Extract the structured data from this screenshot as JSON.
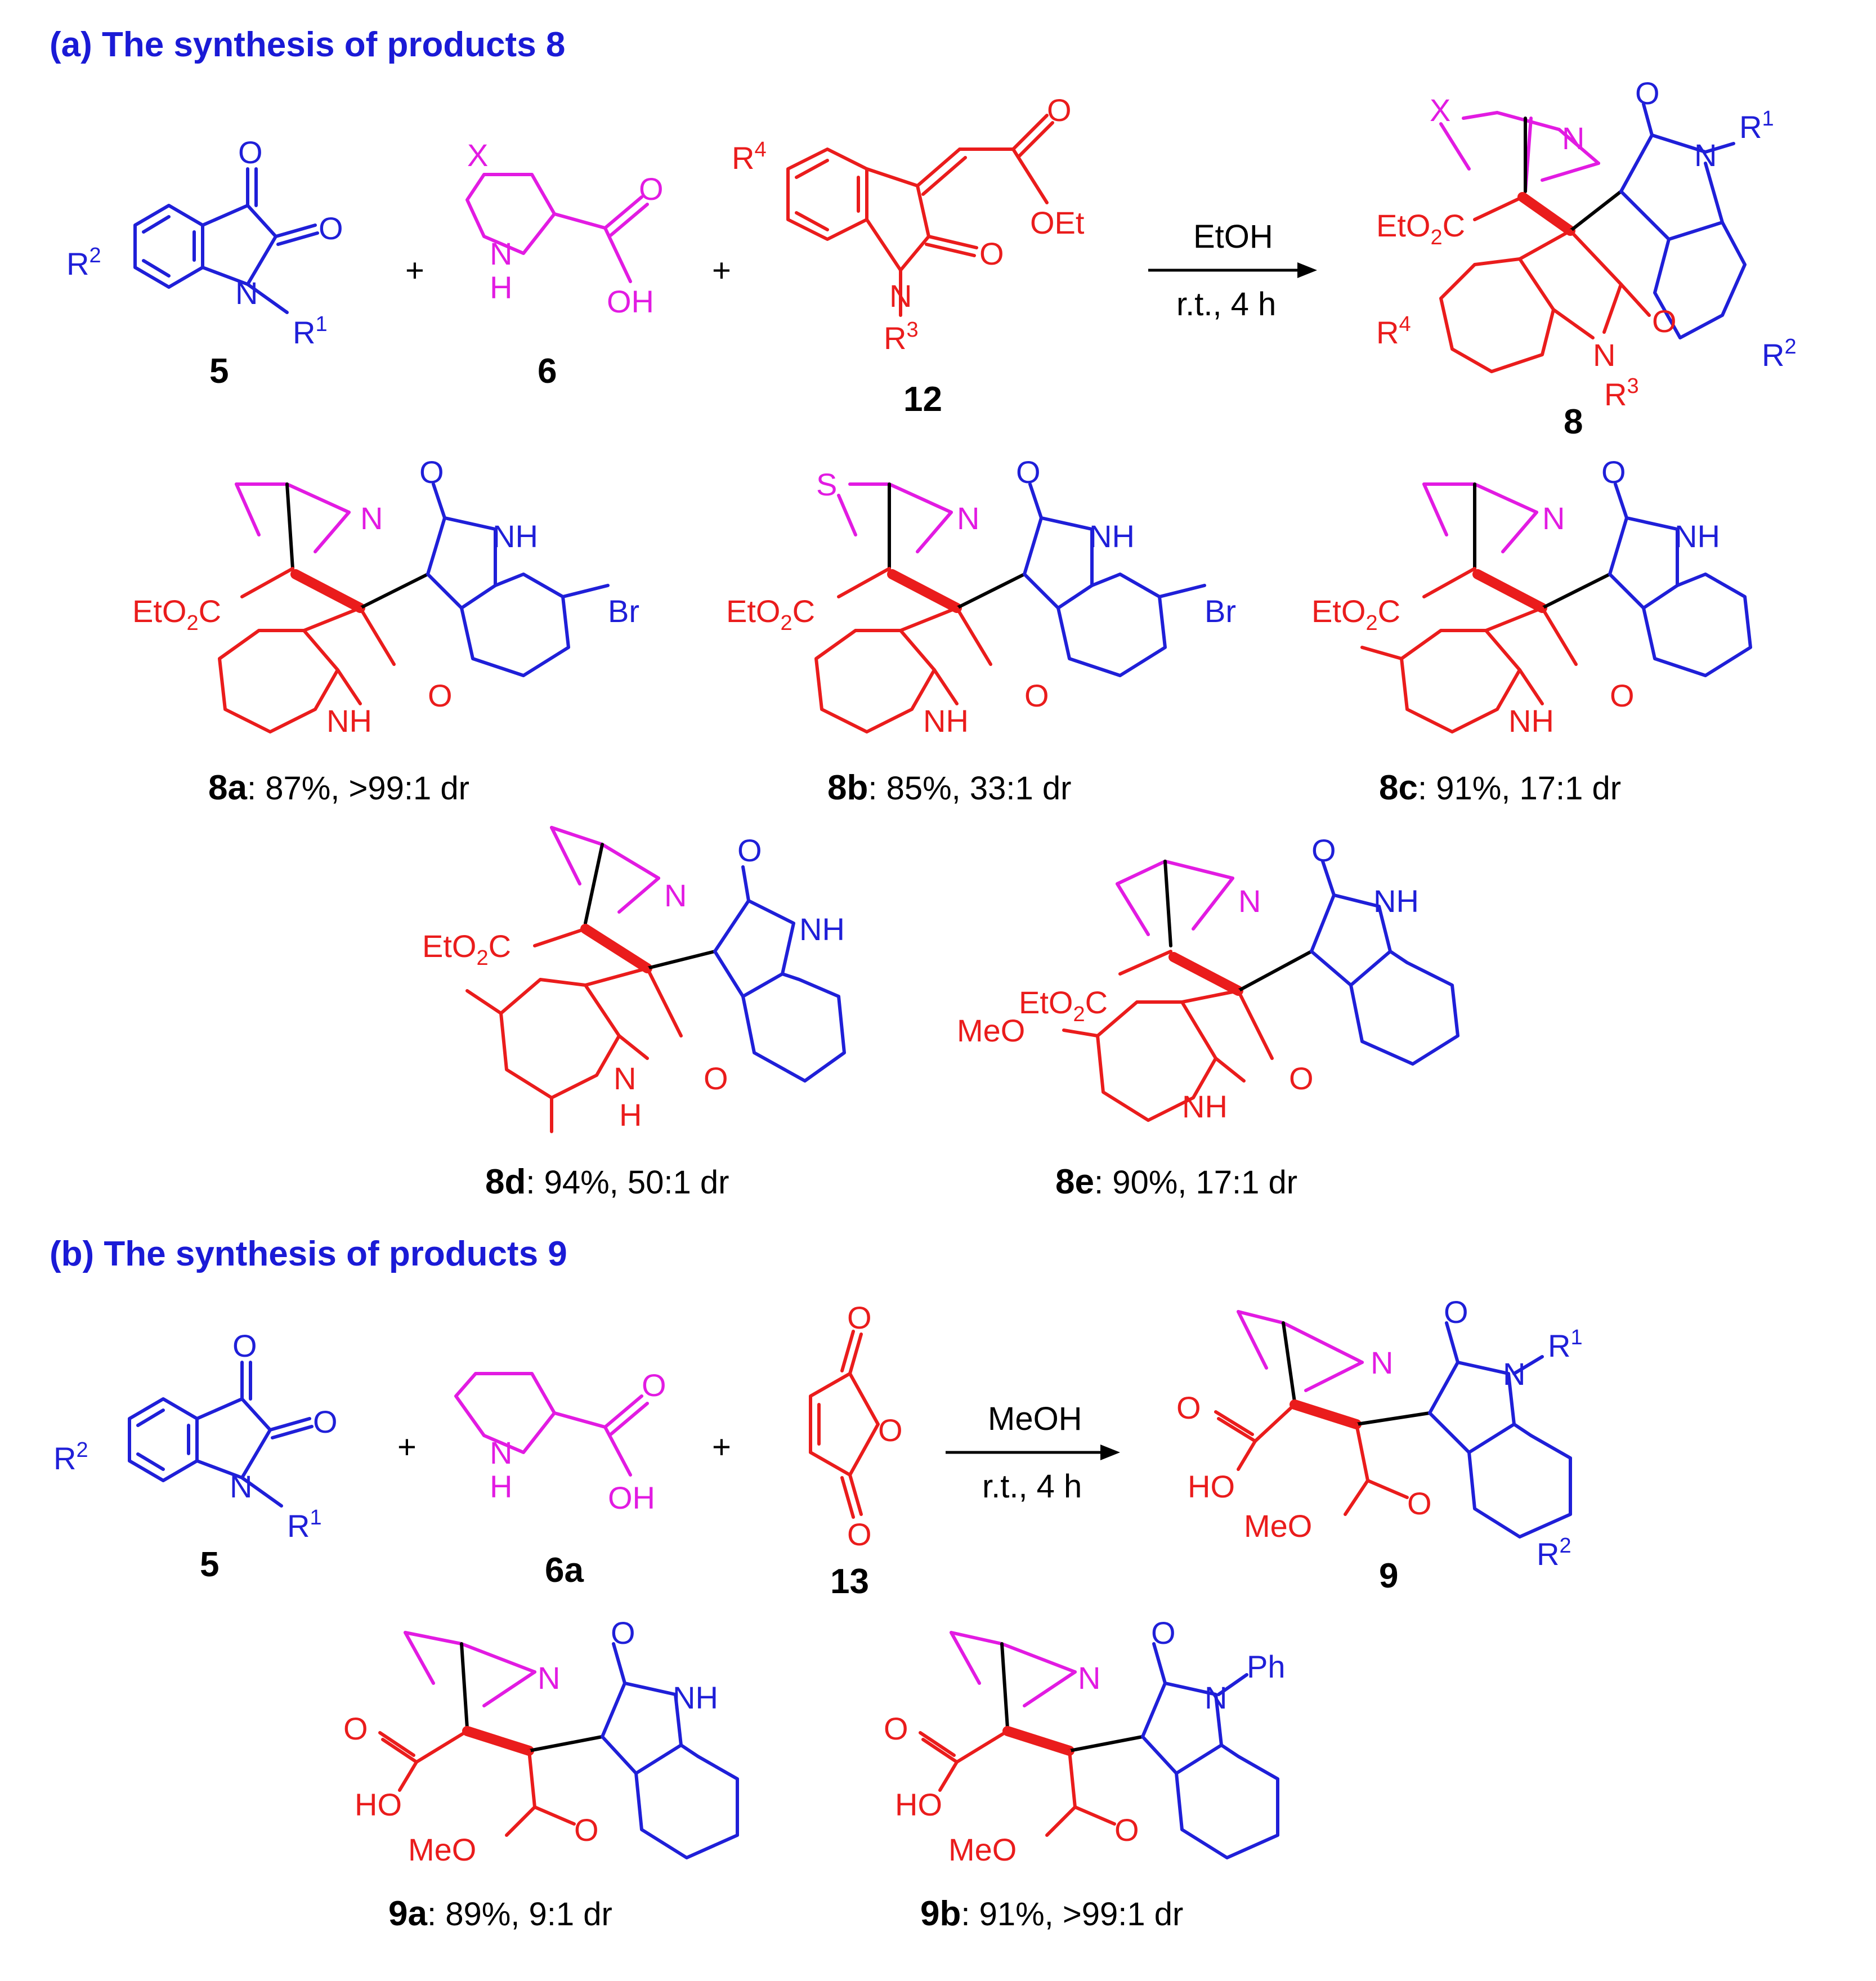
{
  "sections": {
    "a": {
      "title": "(a) The synthesis of products 8"
    },
    "b": {
      "title": "(b) The synthesis of products 9"
    }
  },
  "reaction_a": {
    "reactant1": {
      "label": "5",
      "substituents": [
        "R2",
        "R1"
      ]
    },
    "reactant2": {
      "label": "6",
      "atoms": [
        "X",
        "N",
        "H",
        "O",
        "OH"
      ]
    },
    "reactant3": {
      "label": "12",
      "substituents": [
        "R4",
        "R3"
      ],
      "groups": [
        "OEt",
        "O",
        "O",
        "N"
      ]
    },
    "plus": "+",
    "conditions": {
      "solvent": "EtOH",
      "time": "r.t., 4 h"
    },
    "product": {
      "label": "8",
      "groups": [
        "EtO2C",
        "X",
        "N",
        "R1",
        "R2",
        "R3",
        "R4"
      ]
    }
  },
  "products_8": [
    {
      "id": "8a",
      "result": ": 87%, >99:1 dr",
      "extra": "Br",
      "heteroatom": ""
    },
    {
      "id": "8b",
      "result": ": 85%, 33:1 dr",
      "extra": "Br",
      "heteroatom": "S"
    },
    {
      "id": "8c",
      "result": ": 91%, 17:1 dr",
      "extra": "",
      "heteroatom": ""
    },
    {
      "id": "8d",
      "result": ": 94%, 50:1 dr",
      "extra": "",
      "heteroatom": ""
    },
    {
      "id": "8e",
      "result": ": 90%, 17:1 dr",
      "extra": "MeO",
      "heteroatom": ""
    }
  ],
  "reaction_b": {
    "reactant1": {
      "label": "5"
    },
    "reactant2": {
      "label": "6a"
    },
    "reactant3": {
      "label": "13"
    },
    "conditions": {
      "solvent": "MeOH",
      "time": "r.t., 4 h"
    },
    "product": {
      "label": "9",
      "groups": [
        "HO",
        "MeO",
        "O",
        "N",
        "R1",
        "R2"
      ]
    }
  },
  "products_9": [
    {
      "id": "9a",
      "result": ": 89%, 9:1 dr",
      "n_sub": "NH"
    },
    {
      "id": "9b",
      "result": ": 91%, >99:1 dr",
      "n_sub": "Ph"
    }
  ],
  "atom_text": {
    "O": "O",
    "N": "N",
    "H": "H",
    "NH": "NH",
    "OH": "OH",
    "OEt": "OEt",
    "EtO": "EtO",
    "C": "C",
    "two": "2",
    "HO": "HO",
    "MeO": "MeO",
    "Br": "Br",
    "S": "S",
    "X": "X",
    "R": "R",
    "Ph": "Ph",
    "one": "1",
    "three": "3",
    "four": "4"
  },
  "colors": {
    "blue": "#1f1fd8",
    "red": "#ea1c1c",
    "magenta": "#e21be2",
    "header": "#1a1ad6"
  }
}
